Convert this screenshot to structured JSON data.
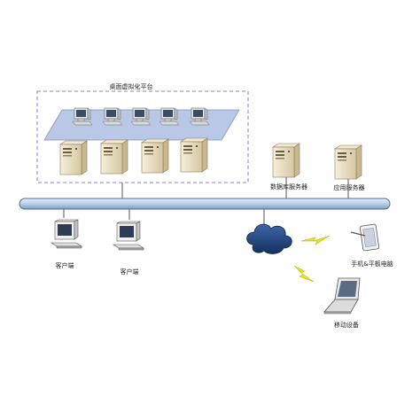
{
  "platform": {
    "title": "桌面虚拟化平台"
  },
  "servers": {
    "database_label": "数据库服务器",
    "application_label": "应用服务器"
  },
  "clients": [
    {
      "label": "客户端"
    },
    {
      "label": "客户端"
    }
  ],
  "mobile": {
    "phone_tablet_label": "手机&平板电脑",
    "mobile_device_label": "移动设备"
  },
  "colors": {
    "dashed_border": "#8a7fd6",
    "platform_panel": "#b8c8e6",
    "bus_fill": "#b9cfe6",
    "bus_stroke": "#4d6f94",
    "cloud": "#1f3f73",
    "lightning": "#e8e317",
    "server_beige": "#e7dcc0"
  }
}
